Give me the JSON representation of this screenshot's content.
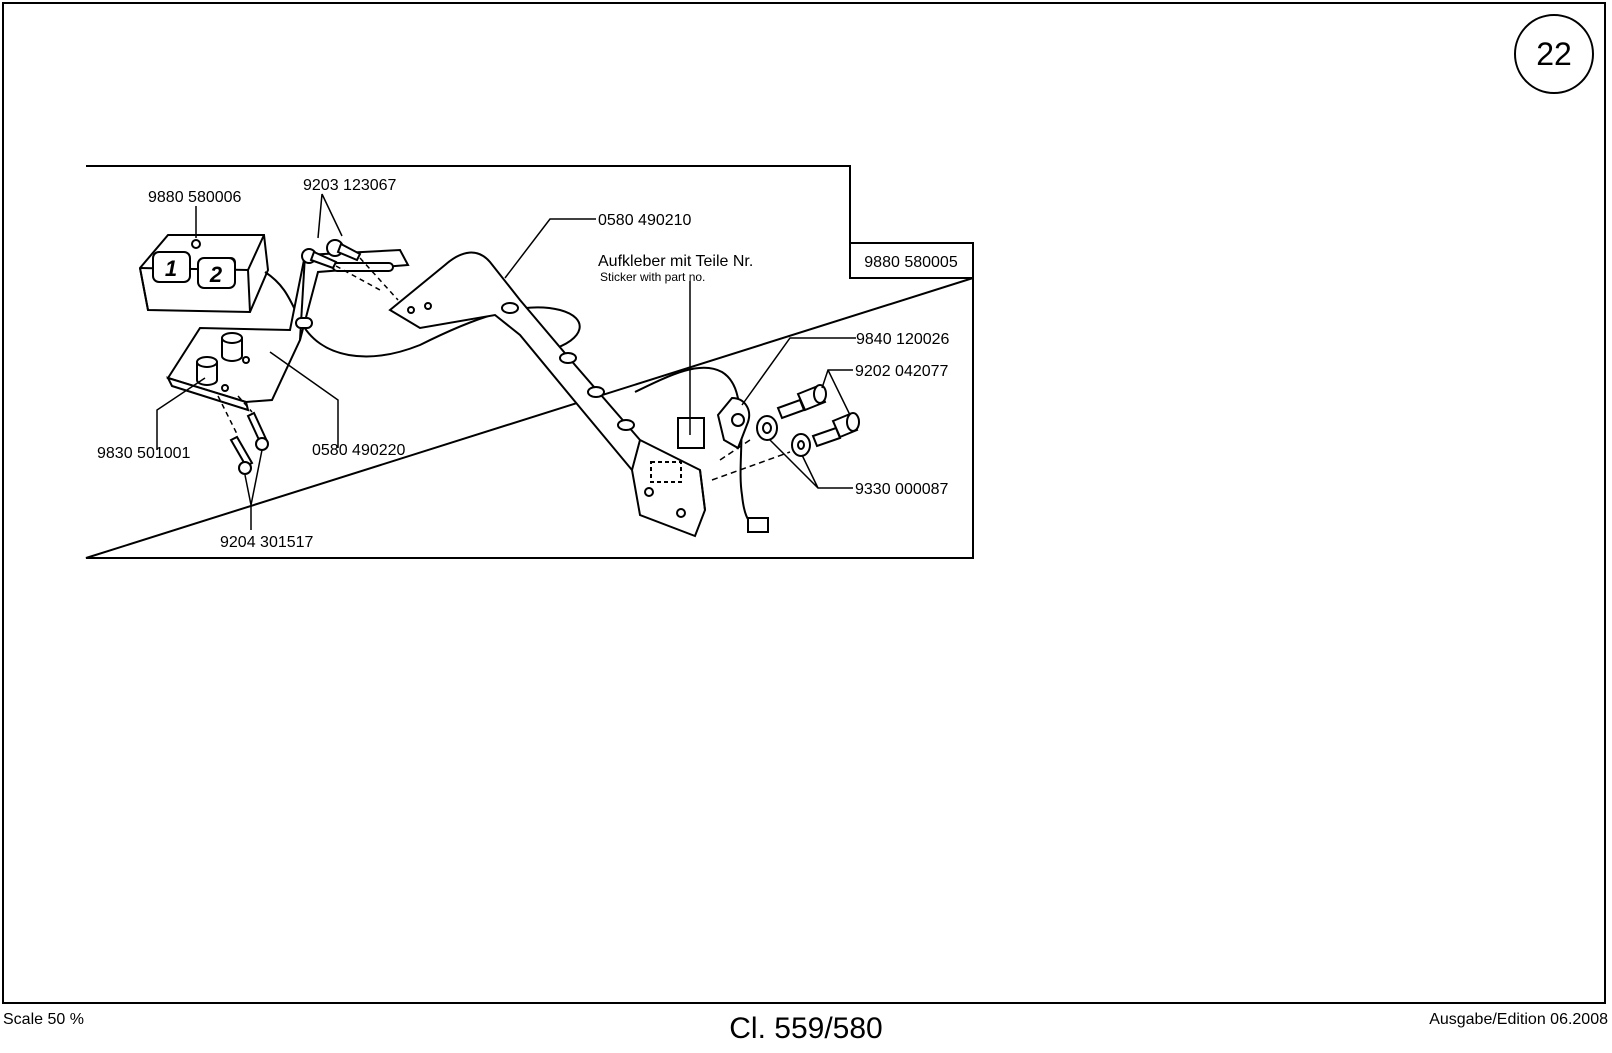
{
  "page_number": "22",
  "sheet": {
    "scale": "Scale 50 %",
    "model": "Cl. 559/580",
    "edition": "Ausgabe/Edition 06.2008"
  },
  "assembly": {
    "number": "9880 580005"
  },
  "sticker": {
    "label_de": "Aufkleber mit Teile Nr.",
    "label_en": "Sticker with part no."
  },
  "keypad": {
    "keys": [
      "1",
      "2"
    ]
  },
  "callouts": {
    "keypad": "9880 580006",
    "screws_top": "9203 123067",
    "arm": "0580 490210",
    "clamp": "9840 120026",
    "bolts": "9202 042077",
    "washers": "9330 000087",
    "bracket": "0580 490220",
    "spacer": "9830 501001",
    "screws_bottom": "9204 301517"
  }
}
